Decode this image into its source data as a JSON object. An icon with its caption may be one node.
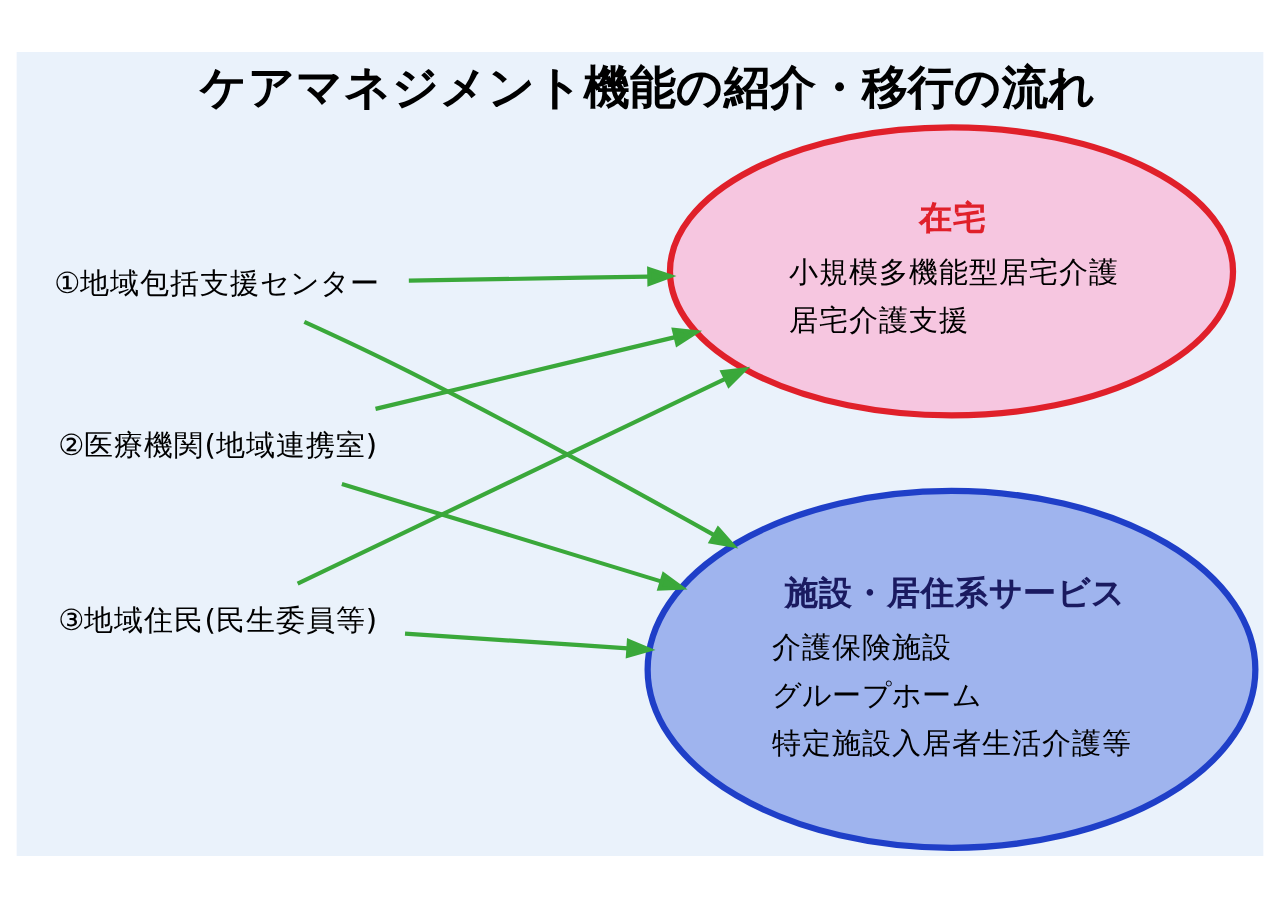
{
  "diagram": {
    "title": "ケアマネジメント機能の紹介・移行の流れ",
    "nodes": [
      {
        "text": [
          "①地域包括支援センター"
        ]
      },
      {
        "text": [
          "②医療機関(地域連携室)"
        ]
      },
      {
        "text": [
          "③地域住民(民生委員等)"
        ]
      },
      {
        "text": [
          "在宅",
          "小規模多機能型居宅介護",
          "居宅介護支援"
        ]
      },
      {
        "text": [
          "施設・居住系サービス",
          "介護保険施設",
          "グループホーム",
          "特定施設入居者生活介護等"
        ]
      }
    ],
    "edges": [
      {
        "from": 0,
        "to": 3,
        "arrow": "to"
      },
      {
        "from": 0,
        "to": 4,
        "arrow": "to"
      },
      {
        "from": 1,
        "to": 3,
        "arrow": "to"
      },
      {
        "from": 1,
        "to": 4,
        "arrow": "to"
      },
      {
        "from": 2,
        "to": 3,
        "arrow": "to"
      },
      {
        "from": 2,
        "to": 4,
        "arrow": "to"
      }
    ]
  }
}
